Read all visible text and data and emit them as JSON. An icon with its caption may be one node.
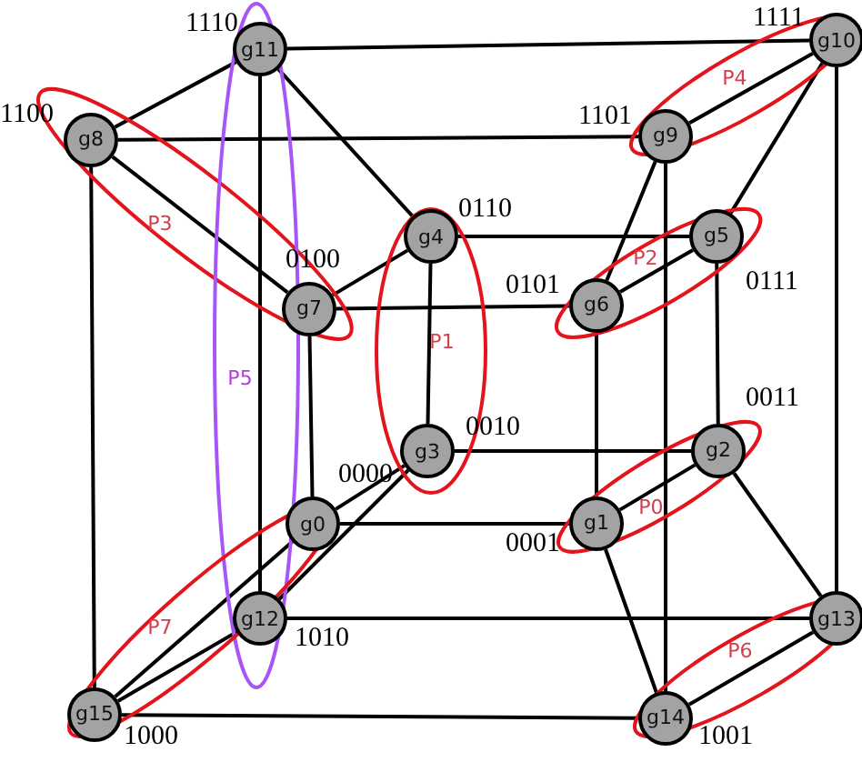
{
  "diagram": {
    "nodes": [
      {
        "text": [
          "P0"
        ]
      },
      {
        "text": [
          "P1"
        ]
      },
      {
        "text": [
          "P2"
        ]
      },
      {
        "text": [
          "P3"
        ]
      },
      {
        "text": [
          "P4"
        ]
      },
      {
        "text": [
          "P5"
        ]
      },
      {
        "text": [
          "P6"
        ]
      },
      {
        "text": [
          "P7"
        ]
      },
      {
        "text": [
          "g0"
        ],
        "beside": [
          "0000"
        ],
        "in": 7
      },
      {
        "text": [
          "g1"
        ],
        "beside": [
          "0001"
        ],
        "in": 0
      },
      {
        "text": [
          "g2"
        ],
        "beside": [
          "0011"
        ],
        "in": 0
      },
      {
        "text": [
          "g3"
        ],
        "beside": [
          "0010"
        ],
        "in": 1
      },
      {
        "text": [
          "g4"
        ],
        "beside": [
          "0110"
        ],
        "in": 1
      },
      {
        "text": [
          "g5"
        ],
        "beside": [
          "0111"
        ],
        "in": 2
      },
      {
        "text": [
          "g6"
        ],
        "beside": [
          "0101"
        ],
        "in": 2
      },
      {
        "text": [
          "g7"
        ],
        "beside": [
          "0100"
        ],
        "in": 3
      },
      {
        "text": [
          "g8"
        ],
        "beside": [
          "1100"
        ],
        "in": 3
      },
      {
        "text": [
          "g9"
        ],
        "beside": [
          "1101"
        ],
        "in": 4
      },
      {
        "text": [
          "g10"
        ],
        "beside": [
          "1111"
        ],
        "in": 4
      },
      {
        "text": [
          "g11"
        ],
        "beside": [
          "1110"
        ],
        "in": 5
      },
      {
        "text": [
          "g12"
        ],
        "beside": [
          "1010"
        ],
        "in": 5
      },
      {
        "text": [
          "g13"
        ],
        "in": 6
      },
      {
        "text": [
          "g14"
        ],
        "beside": [
          "1001"
        ],
        "in": 6
      },
      {
        "text": [
          "g15"
        ],
        "beside": [
          "1000"
        ],
        "in": 7
      }
    ],
    "edges": [
      {
        "from": 19,
        "to": 18,
        "arrow": "none"
      },
      {
        "from": 19,
        "to": 16,
        "arrow": "none"
      },
      {
        "from": 19,
        "to": 20,
        "arrow": "none"
      },
      {
        "from": 19,
        "to": 12,
        "arrow": "none"
      },
      {
        "from": 16,
        "to": 17,
        "arrow": "none"
      },
      {
        "from": 16,
        "to": 15,
        "arrow": "none"
      },
      {
        "from": 16,
        "to": 23,
        "arrow": "none"
      },
      {
        "from": 18,
        "to": 17,
        "arrow": "none"
      },
      {
        "from": 18,
        "to": 13,
        "arrow": "none"
      },
      {
        "from": 18,
        "to": 21,
        "arrow": "none"
      },
      {
        "from": 17,
        "to": 14,
        "arrow": "none"
      },
      {
        "from": 17,
        "to": 22,
        "arrow": "none"
      },
      {
        "from": 12,
        "to": 13,
        "arrow": "none"
      },
      {
        "from": 12,
        "to": 15,
        "arrow": "none"
      },
      {
        "from": 12,
        "to": 11,
        "arrow": "none"
      },
      {
        "from": 15,
        "to": 14,
        "arrow": "none"
      },
      {
        "from": 15,
        "to": 8,
        "arrow": "none"
      },
      {
        "from": 13,
        "to": 14,
        "arrow": "none"
      },
      {
        "from": 13,
        "to": 10,
        "arrow": "none"
      },
      {
        "from": 14,
        "to": 9,
        "arrow": "none"
      },
      {
        "from": 11,
        "to": 10,
        "arrow": "none"
      },
      {
        "from": 11,
        "to": 8,
        "arrow": "none"
      },
      {
        "from": 11,
        "to": 20,
        "arrow": "none"
      },
      {
        "from": 10,
        "to": 9,
        "arrow": "none"
      },
      {
        "from": 10,
        "to": 21,
        "arrow": "none"
      },
      {
        "from": 8,
        "to": 9,
        "arrow": "none"
      },
      {
        "from": 8,
        "to": 23,
        "arrow": "none"
      },
      {
        "from": 20,
        "to": 21,
        "arrow": "none"
      },
      {
        "from": 20,
        "to": 23,
        "arrow": "none"
      },
      {
        "from": 9,
        "to": 22,
        "arrow": "none"
      },
      {
        "from": 21,
        "to": 22,
        "arrow": "none"
      },
      {
        "from": 23,
        "to": 22,
        "arrow": "none"
      }
    ]
  }
}
